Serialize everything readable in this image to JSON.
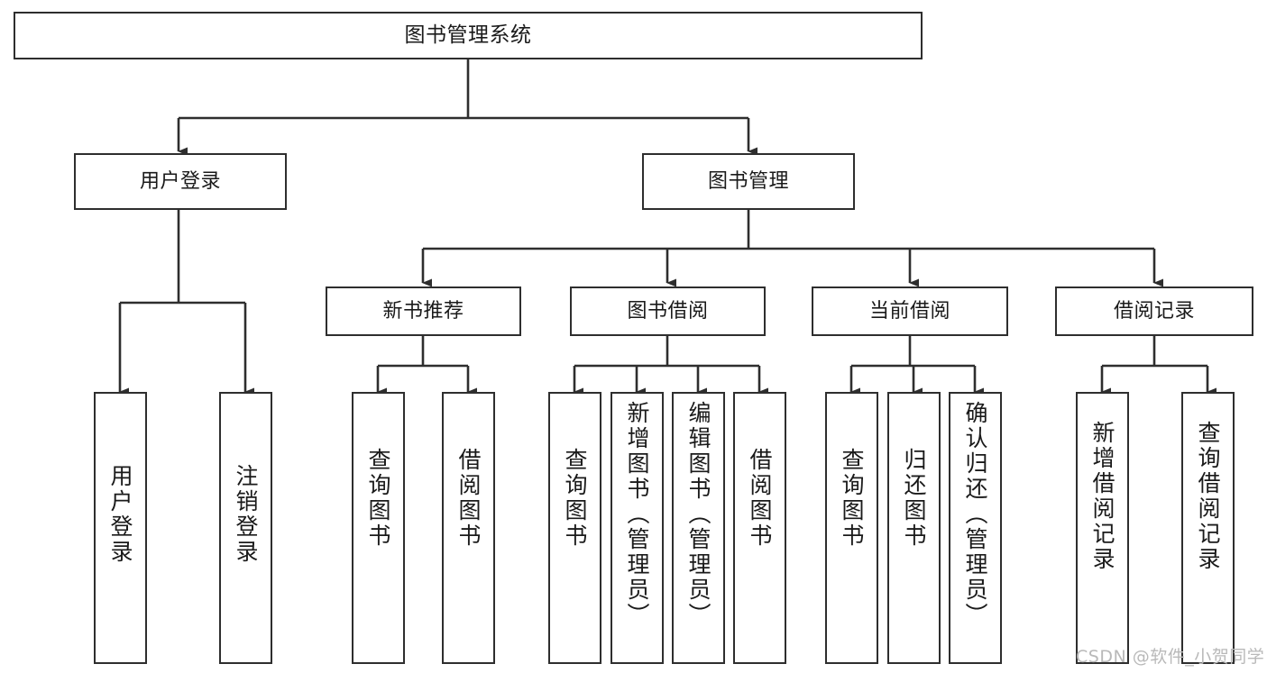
{
  "diagram": {
    "title": "图书管理系统",
    "type": "functional-structure-tree",
    "orientation": "top-down",
    "colors": {
      "box_border": "#2e2e2e",
      "box_fill": "#ffffff",
      "edge": "#2e2e2e",
      "text": "#1a1a1a",
      "watermark": "#b9b9b9",
      "background": "#ffffff"
    },
    "nodes": {
      "root": {
        "label": "图书管理系统"
      },
      "level2": [
        {
          "id": "user-login",
          "label": "用户登录"
        },
        {
          "id": "book-manage",
          "label": "图书管理"
        }
      ],
      "level3": [
        {
          "id": "new-book-rec",
          "label": "新书推荐"
        },
        {
          "id": "book-borrow",
          "label": "图书借阅"
        },
        {
          "id": "current-borrow",
          "label": "当前借阅"
        },
        {
          "id": "borrow-record",
          "label": "借阅记录"
        }
      ],
      "leaves": {
        "user-login": [
          {
            "id": "leaf-user-login",
            "label": "用户登录"
          },
          {
            "id": "leaf-user-logout",
            "label": "注销登录"
          }
        ],
        "new-book-rec": [
          {
            "id": "leaf-query-book-1",
            "label": "查询图书"
          },
          {
            "id": "leaf-borrow-book-1",
            "label": "借阅图书"
          }
        ],
        "book-borrow": [
          {
            "id": "leaf-query-book-2",
            "label": "查询图书"
          },
          {
            "id": "leaf-add-book",
            "label": "新增图书（管理员）"
          },
          {
            "id": "leaf-edit-book",
            "label": "编辑图书（管理员）"
          },
          {
            "id": "leaf-borrow-book-2",
            "label": "借阅图书"
          }
        ],
        "current-borrow": [
          {
            "id": "leaf-query-book-3",
            "label": "查询图书"
          },
          {
            "id": "leaf-return-book",
            "label": "归还图书"
          },
          {
            "id": "leaf-confirm-return",
            "label": "确认归还（管理员）"
          }
        ],
        "borrow-record": [
          {
            "id": "leaf-add-record",
            "label": "新增借阅记录"
          },
          {
            "id": "leaf-query-record",
            "label": "查询借阅记录"
          }
        ]
      }
    },
    "edges": [
      {
        "from": "图书管理系统",
        "to": "用户登录"
      },
      {
        "from": "图书管理系统",
        "to": "图书管理"
      },
      {
        "from": "用户登录",
        "to": "用户登录"
      },
      {
        "from": "用户登录",
        "to": "注销登录"
      },
      {
        "from": "图书管理",
        "to": "新书推荐"
      },
      {
        "from": "图书管理",
        "to": "图书借阅"
      },
      {
        "from": "图书管理",
        "to": "当前借阅"
      },
      {
        "from": "图书管理",
        "to": "借阅记录"
      },
      {
        "from": "新书推荐",
        "to": "查询图书"
      },
      {
        "from": "新书推荐",
        "to": "借阅图书"
      },
      {
        "from": "图书借阅",
        "to": "查询图书"
      },
      {
        "from": "图书借阅",
        "to": "新增图书（管理员）"
      },
      {
        "from": "图书借阅",
        "to": "编辑图书（管理员）"
      },
      {
        "from": "图书借阅",
        "to": "借阅图书"
      },
      {
        "from": "当前借阅",
        "to": "查询图书"
      },
      {
        "from": "当前借阅",
        "to": "归还图书"
      },
      {
        "from": "当前借阅",
        "to": "确认归还（管理员）"
      },
      {
        "from": "借阅记录",
        "to": "新增借阅记录"
      },
      {
        "from": "借阅记录",
        "to": "查询借阅记录"
      }
    ]
  },
  "watermark": {
    "text": "CSDN @软件_小贺同学"
  }
}
